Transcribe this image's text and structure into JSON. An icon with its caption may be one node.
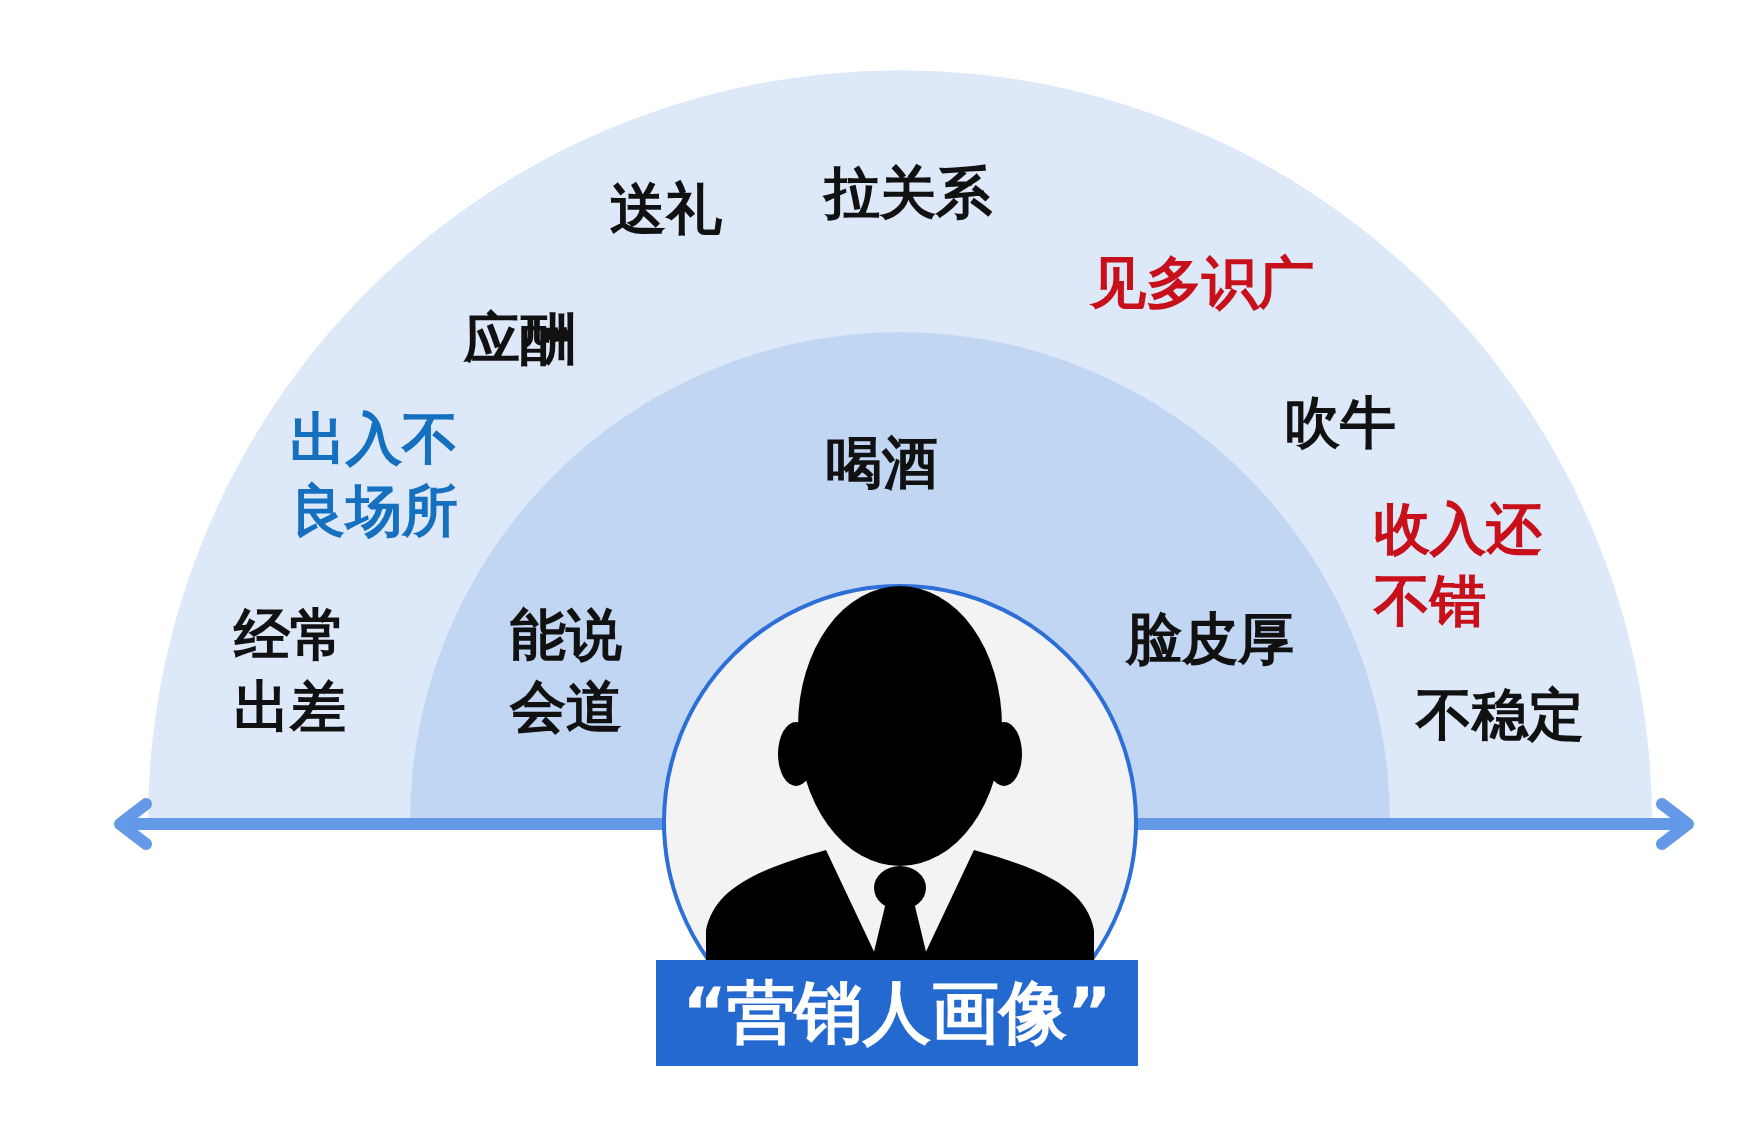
{
  "diagram": {
    "nodes": [
      {
        "text": [
          "送礼",
          "拉关系",
          "见多识广",
          "应酬",
          "出入不良场所",
          "吹牛",
          "收入还不错",
          "经常出差",
          "不稳定"
        ]
      },
      {
        "text": [
          "喝酒",
          "能说会道",
          "脸皮厚"
        ],
        "in": 0
      },
      {
        "text": [],
        "shape": "person"
      },
      {
        "text": [
          "“营销人画像”"
        ]
      }
    ]
  }
}
